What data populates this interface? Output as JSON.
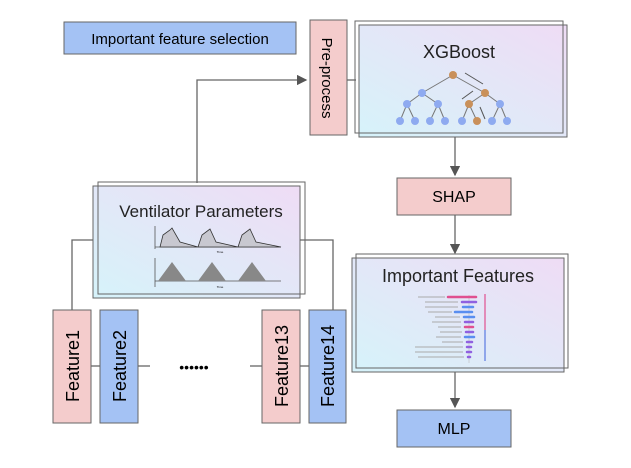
{
  "title": "Important feature selection",
  "preprocess": "Pre-process",
  "xgboost": "XGBoost",
  "shap": "SHAP",
  "important_features": "Important Features",
  "mlp": "MLP",
  "ventilator": "Ventilator Parameters",
  "ventilator_chart": {
    "x_label": "Time"
  },
  "features": [
    "Feature1",
    "Feature2",
    "Feature13",
    "Feature14"
  ],
  "ellipsis": "••••••",
  "colors": {
    "pink": "#f4cccc",
    "blue": "#a4c2f4",
    "border": "#666666",
    "tree_node": "#8eaaf0",
    "tree_path": "#c9905a"
  }
}
